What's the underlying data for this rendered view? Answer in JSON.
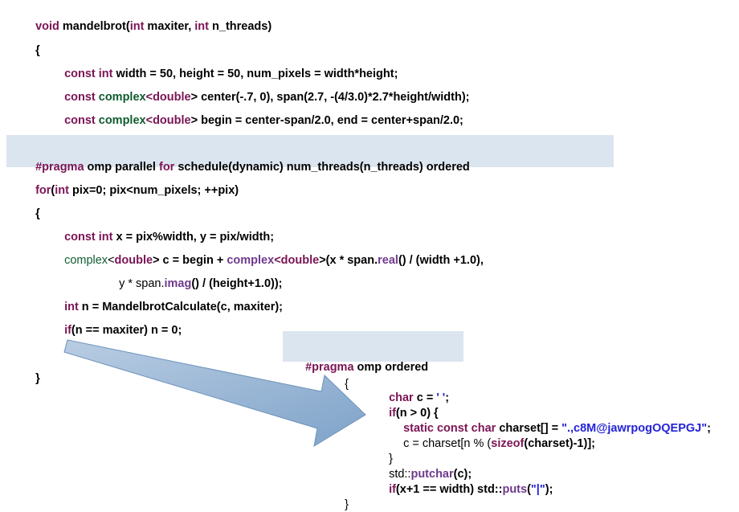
{
  "code": {
    "l01": [
      "void",
      " mandelbrot(",
      "int",
      " maxiter, ",
      "int",
      " n_threads)"
    ],
    "l02": [
      "{"
    ],
    "l03": [
      "const int",
      " width = 50, height = 50, num_pixels = width*height;"
    ],
    "l04": [
      "const",
      " ",
      "complex",
      "<",
      "double",
      "> center(-.7, 0), span(2.7, -(4/3.0)*2.7*height/width);"
    ],
    "l05": [
      "const",
      " ",
      "complex",
      "<",
      "double",
      "> begin = center-span/2.0, end = center+span/2.0;"
    ],
    "l06": [
      "#pragma",
      " omp parallel ",
      "for",
      " schedule(dynamic) num_threads(n_threads) ordered"
    ],
    "l07": [
      "for",
      "(",
      "int",
      " pix=0; pix<num_pixels; ++pix)"
    ],
    "l08": [
      "{"
    ],
    "l09": [
      "const int",
      " x = pix%width, y = pix/width;"
    ],
    "l10": [
      "complex",
      "<",
      "double",
      "> c = begin + ",
      "complex",
      "<",
      "double",
      ">(x * span.",
      "real",
      "() / (width +1.0),"
    ],
    "l11": [
      "y * span.",
      "imag",
      "() / (height+1.0));"
    ],
    "l12": [
      "int",
      " n = MandelbrotCalculate(c, maxiter);"
    ],
    "l13": [
      "if",
      "(n == maxiter) n = 0;"
    ],
    "l14": [
      "}"
    ],
    "l15": [
      "#pragma",
      " omp ordered"
    ],
    "l16": [
      "{"
    ],
    "l17": [
      "char",
      " c = ",
      "' '",
      ";"
    ],
    "l18": [
      "if",
      "(n > 0) {"
    ],
    "l19": [
      "static const char",
      " charset[] = ",
      "\".,c8M@jawrpogOQEPGJ\"",
      ";"
    ],
    "l20": [
      "c = charset[n % (",
      "sizeof",
      "(charset)-1)];"
    ],
    "l21": [
      "}"
    ],
    "l22": [
      "std::",
      "putchar",
      "(c);"
    ],
    "l23": [
      "if",
      "(x+1 == width) std::",
      "puts",
      "(",
      "\"|\"",
      ");"
    ],
    "l24": [
      "}"
    ]
  },
  "colors": {
    "keyword": "#7b1455",
    "type": "#0f5c30",
    "function": "#6f3a8c",
    "string": "#2323d8",
    "highlight": "#dbe5ef",
    "arrow": "#8fb0d2"
  }
}
